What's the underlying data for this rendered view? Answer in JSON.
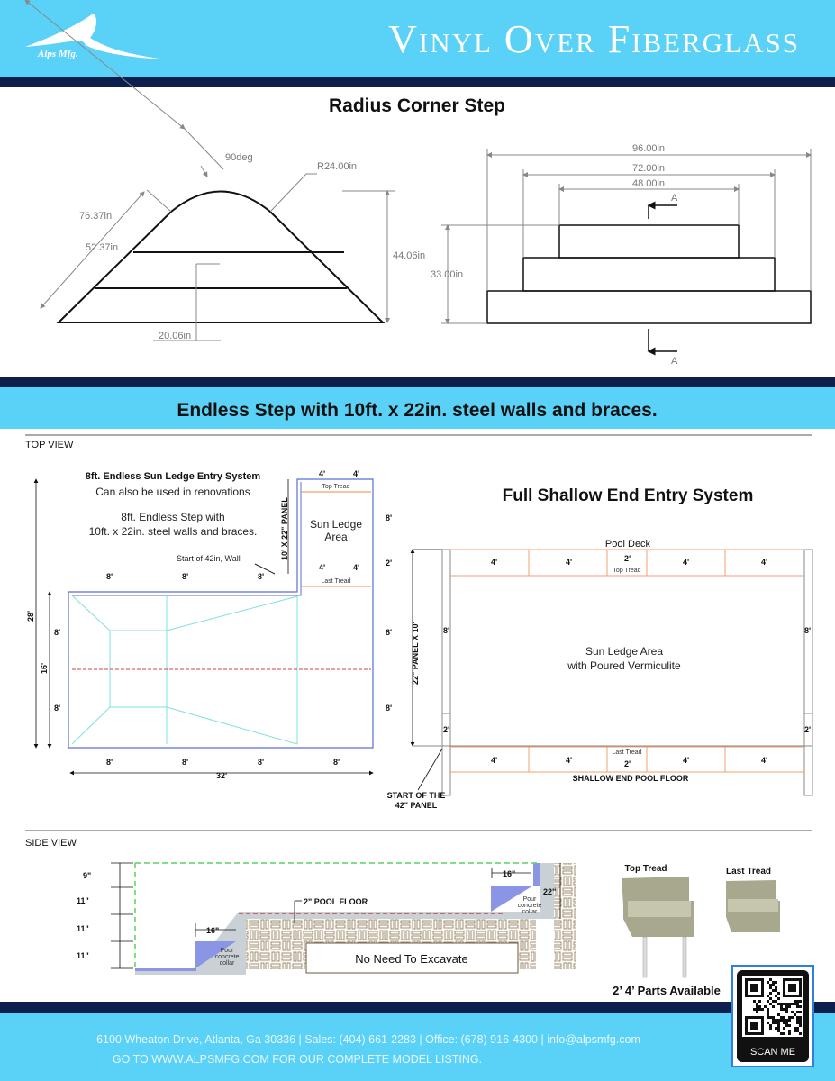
{
  "header": {
    "brand": "Alps Mfg.",
    "title": "Vinyl Over Fiberglass",
    "bg": "#5ad2f7",
    "band": "#0c1f4d"
  },
  "radius": {
    "title": "Radius Corner Step",
    "dims": {
      "d76": "76.37in",
      "d52": "52.37in",
      "deg": "90deg",
      "r": "R24.00in",
      "h44": "44.06in",
      "d20": "20.06in",
      "w96": "96.00in",
      "w72": "72.00in",
      "w48": "48.00in",
      "h33": "33.00in",
      "secA": "A"
    }
  },
  "endless": {
    "banner": "Endless Step with 10ft. x 22in. steel walls and braces.",
    "top_view": "TOP VIEW",
    "left": {
      "title": "8ft. Endless Sun Ledge Entry System",
      "sub": "Can also be used in renovations",
      "desc1": "8ft. Endless Step with",
      "desc2": "10ft. x 22in. steel walls and braces.",
      "wall": "Start of 42in, Wall",
      "panel": "10' X 22\" PANEL",
      "sun": "Sun Ledge",
      "area": "Area",
      "top_tread": "Top Tread",
      "last_tread": "Last Tread",
      "four": "4'",
      "eight": "8'",
      "two": "2'",
      "sixteen": "16'",
      "twentyeight": "28'",
      "thirtytwo": "32'"
    },
    "right": {
      "title": "Full Shallow End Entry System",
      "deck": "Pool Deck",
      "top_tread": "Top Tread",
      "last_tread": "Last Tread",
      "area1": "Sun Ledge Area",
      "area2": "with Poured Vermiculite",
      "floor": "SHALLOW END POOL FLOOR",
      "panel": "22\" PANEL X 10'",
      "start1": "START OF THE",
      "start2": "42\" PANEL",
      "four": "4'",
      "two": "2'",
      "eight": "8'"
    }
  },
  "side": {
    "label": "SIDE VIEW",
    "h9": "9\"",
    "h11": "11\"",
    "w16": "16\"",
    "h22": "22\"",
    "floor": "2\" POOL FLOOR",
    "collar1": "Pour",
    "collar2": "concrete",
    "collar3": "collar",
    "excavate": "No Need To Excavate"
  },
  "products": {
    "top": "Top Tread",
    "last": "Last Tread",
    "parts": "2’ 4’  Parts Available",
    "scan": "SCAN ME"
  },
  "footer": {
    "line1": "6100 Wheaton Drive, Atlanta, Ga 30336 | Sales: (404) 661-2283 | Office: (678) 916-4300 | info@alpsmfg.com",
    "line2": "GO TO WWW.ALPSMFG.COM FOR OUR COMPLETE MODEL LISTING."
  }
}
